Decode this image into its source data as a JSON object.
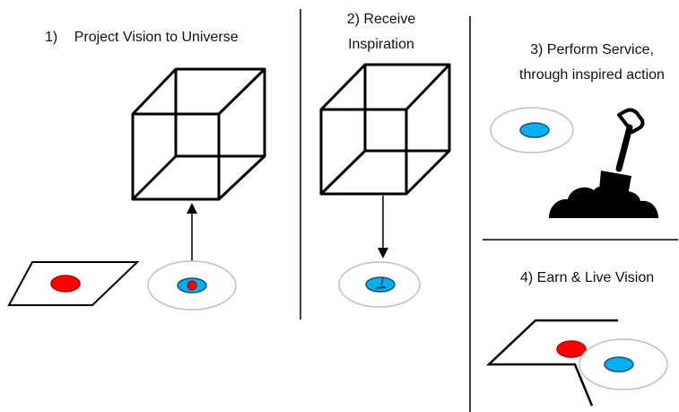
{
  "colors": {
    "line": "#000000",
    "ellipse_stroke": "#bfbfbf",
    "red": "#ff0000",
    "blue": "#00b0f0",
    "dark_red": "#b00000",
    "dark_blue": "#1f4e79"
  },
  "steps": [
    {
      "number": "1)",
      "label": "Project Vision to Universe"
    },
    {
      "label_line1": "2) Receive",
      "label_line2": "Inspiration"
    },
    {
      "label_line1": "3) Perform Service,",
      "label_line2": "through inspired action"
    },
    {
      "label": "4) Earn & Live Vision"
    }
  ],
  "icons": {
    "cube": "wireframe-cube-icon",
    "shovel": "shovel-icon",
    "dirt": "dirt-mound-icon",
    "arrow": "arrow-icon"
  }
}
